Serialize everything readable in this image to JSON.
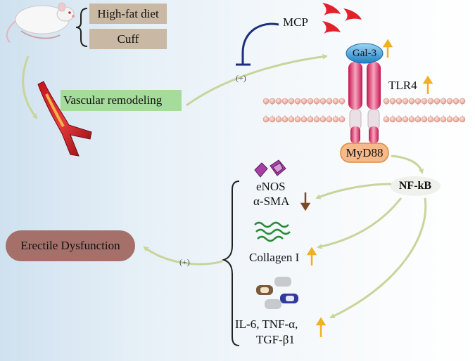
{
  "conditions": {
    "diet_label": "High-fat diet",
    "cuff_label": "Cuff"
  },
  "remodeling_label": "Vascular remodeling",
  "mcp_label": "MCP",
  "plus_signs": {
    "upper": "(+)",
    "lower": "(+)"
  },
  "receptor": {
    "gal3_label": "Gal-3",
    "tlr4_label": "TLR4",
    "myd88_label": "MyD88"
  },
  "nfkb_label": "NF-kB",
  "outputs": {
    "enos_line1": "eNOS",
    "enos_line2": "α-SMA",
    "collagen": "Collagen I",
    "cytokines_line1": "IL-6, TNF-α,",
    "cytokines_line2": "TGF-β1"
  },
  "result_label": "Erectile Dysfunction",
  "colors": {
    "up_arrow": "#f0b020",
    "down_arrow": "#7a4a26",
    "flow_arrow": "#c9d49a",
    "inhibitor": "#1d2f7a",
    "mcp_red": "#e4202a",
    "result_pill": "#a5706a",
    "receptor_pink": "#e8457a",
    "gal3_blue": "#2b8fd0",
    "myd88_orange": "#f5b98a"
  },
  "icons": [
    "rat-icon",
    "artery-icon",
    "mcp-icon",
    "crystal-icon",
    "collagen-fiber-icon",
    "cytokine-icon"
  ]
}
